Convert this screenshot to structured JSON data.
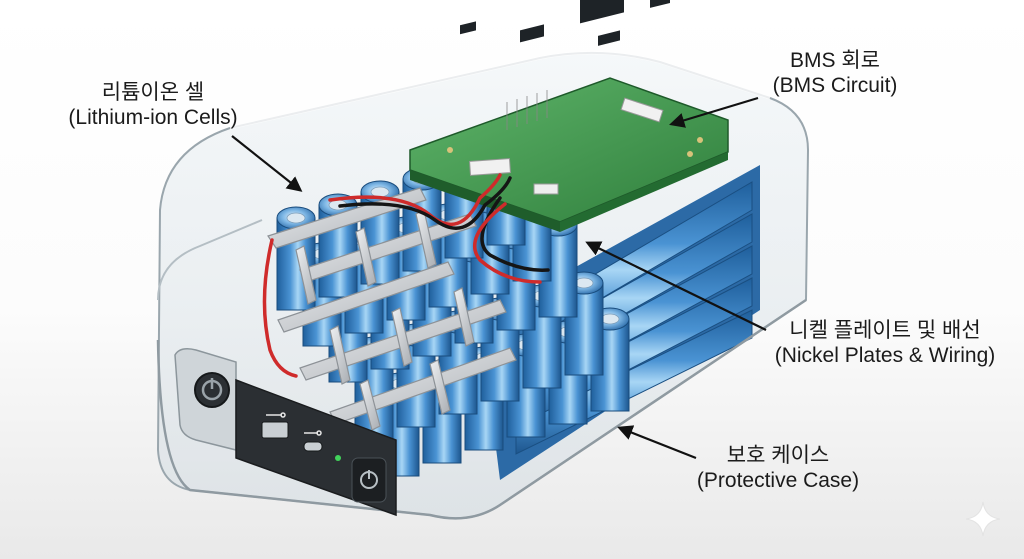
{
  "labels": {
    "cells": {
      "ko": "리튬이온 셀",
      "en": "(Lithium-ion Cells)"
    },
    "bms": {
      "ko": "BMS 회로",
      "en": "(BMS Circuit)"
    },
    "nickel": {
      "ko": "니켈 플레이트 및 배선",
      "en": "(Nickel Plates & Wiring)"
    },
    "case": {
      "ko": "보호 케이스",
      "en": "(Protective Case)"
    }
  },
  "colors": {
    "cell_blue": "#3f86c8",
    "cell_highlight": "#9fd0f2",
    "pcb_green": "#3f9a4c",
    "nickel": "#c9ccd0",
    "case_glass": "#dfe7ec",
    "panel_dark": "#2b2f33"
  },
  "icons": [
    "power-button-icon",
    "usb-icon",
    "usb-c-icon",
    "sparkle-icon"
  ]
}
